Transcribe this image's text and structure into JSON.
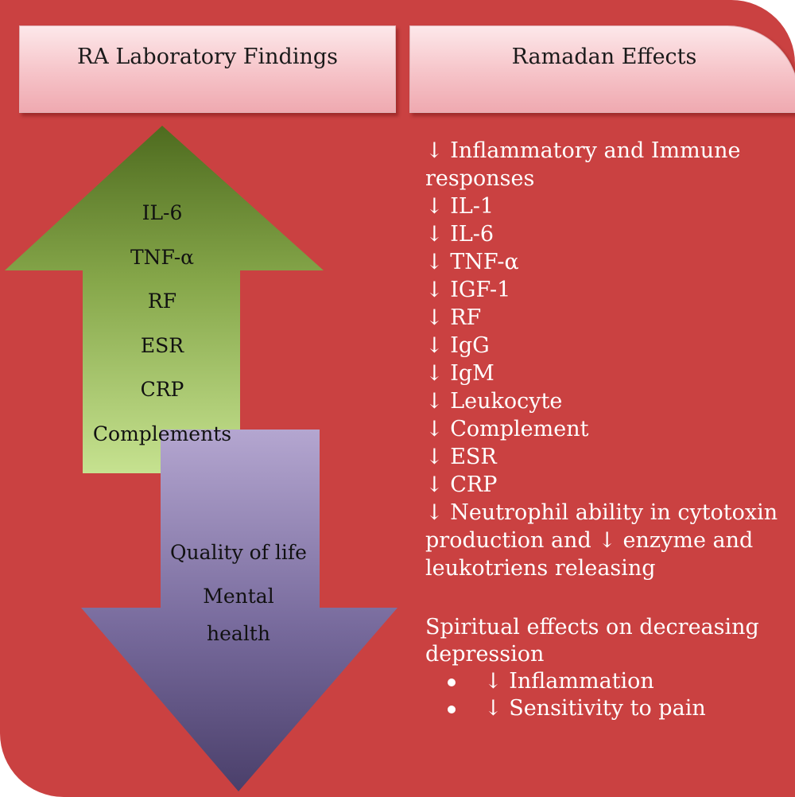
{
  "headers": {
    "left": "RA Laboratory Findings",
    "right": "Ramadan Effects"
  },
  "up_arrow": {
    "color_top": "#4e6b1f",
    "color_bottom": "#c4e08a",
    "items": [
      "IL-6",
      "TNF-α",
      "RF",
      "ESR",
      "CRP",
      "Complements"
    ]
  },
  "down_arrow": {
    "color_top": "#b3a4cf",
    "color_bottom": "#4a3f6b",
    "items": [
      "Quality of life",
      "Mental",
      "health"
    ]
  },
  "effects": [
    "↓ Inflammatory and Immune",
    "responses",
    "↓ IL-1",
    "↓ IL-6",
    "↓ TNF-α",
    "↓ IGF-1",
    "↓ RF",
    "↓  IgG",
    "↓  IgM",
    "↓  Leukocyte",
    "↓ Complement",
    "↓  ESR",
    "↓ CRP",
    "↓ Neutrophil ability in cytotoxin",
    "production and ↓  enzyme and",
    "leukotriens releasing"
  ],
  "spiritual": {
    "lines": [
      "Spiritual effects on decreasing",
      "depression"
    ],
    "bullets": [
      "↓ Inflammation",
      "↓  Sensitivity to pain"
    ]
  },
  "colors": {
    "background": "#ca4141",
    "header_fill": "#f6c3c8"
  }
}
